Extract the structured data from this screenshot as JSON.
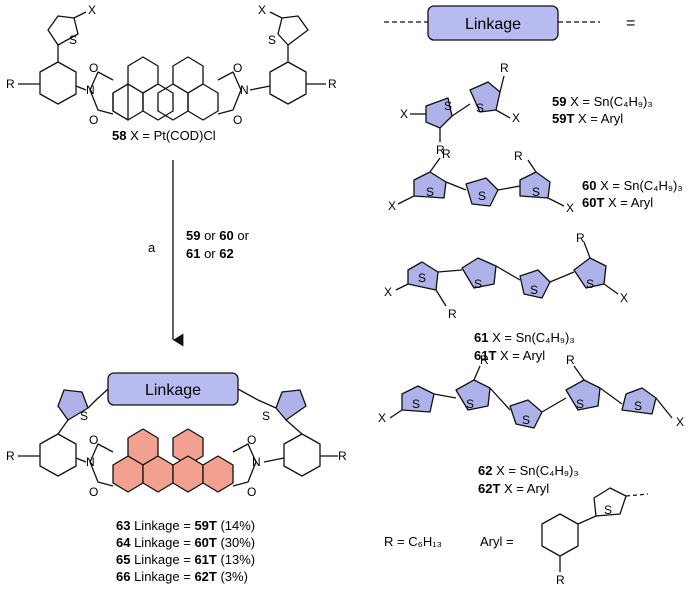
{
  "linkage_label": "Linkage",
  "equals": "=",
  "atom_s": "S",
  "atom_n": "N",
  "atom_o": "O",
  "atom_r": "R",
  "atom_x": "X",
  "compound_58": {
    "num": "58",
    "text": " X = Pt(COD)Cl"
  },
  "arrow": {
    "reagent_letter": "a",
    "line1_a": "59",
    "line1_b": " or ",
    "line1_c": "60",
    "line1_d": " or",
    "line2_a": "61",
    "line2_b": " or ",
    "line2_c": "62"
  },
  "linkers": [
    {
      "a_num": "59",
      "a_text": " X = Sn(C₄H₉)₃",
      "b_num": "59T",
      "b_text": " X = Aryl"
    },
    {
      "a_num": "60",
      "a_text": " X = Sn(C₄H₉)₃",
      "b_num": "60T",
      "b_text": " X = Aryl"
    },
    {
      "a_num": "61",
      "a_text": " X = Sn(C₄H₉)₃",
      "b_num": "61T",
      "b_text": " X = Aryl"
    },
    {
      "a_num": "62",
      "a_text": " X = Sn(C₄H₉)₃",
      "b_num": "62T",
      "b_text": " X = Aryl"
    }
  ],
  "products": [
    {
      "num": "63",
      "mid": " Linkage = ",
      "link": "59T",
      "yield": " (14%)"
    },
    {
      "num": "64",
      "mid": " Linkage = ",
      "link": "60T",
      "yield": " (30%)"
    },
    {
      "num": "65",
      "mid": " Linkage = ",
      "link": "61T",
      "yield": " (13%)"
    },
    {
      "num": "66",
      "mid": " Linkage = ",
      "link": "62T",
      "yield": " (3%)"
    }
  ],
  "r_def": "R = C₆H₁₃",
  "aryl_label": "Aryl ="
}
